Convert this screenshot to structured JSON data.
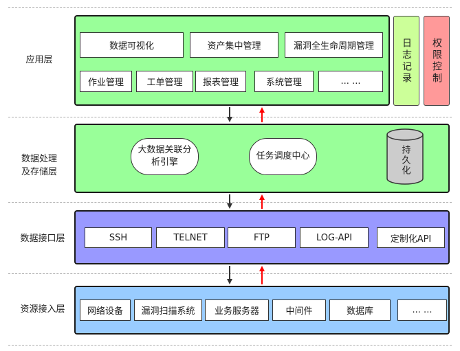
{
  "layers": {
    "app": {
      "label": "应用层",
      "row1": [
        "数据可视化",
        "资产集中管理",
        "漏洞全生命周期管理"
      ],
      "row2": [
        "作业管理",
        "工单管理",
        "报表管理",
        "系统管理",
        "... ..."
      ],
      "side": [
        "日志记录",
        "权限控制"
      ]
    },
    "data": {
      "label": "数据处理\n及存储层",
      "engine": "大数据关联分\n析引擎",
      "scheduler": "任务调度中心",
      "storage": "持久化"
    },
    "iface": {
      "label": "数据接口层",
      "items": [
        "SSH",
        "TELNET",
        "FTP",
        "LOG-API",
        "定制化API"
      ]
    },
    "resource": {
      "label": "资源接入层",
      "items": [
        "网络设备",
        "漏洞扫描系统",
        "业务服务器",
        "中间件",
        "数据库",
        "... ..."
      ]
    }
  },
  "colors": {
    "green_layer": "#99ff99",
    "blue_layer": "#9999ff",
    "lightblue_layer": "#99ccff",
    "log_box": "#ccff99",
    "auth_box": "#ff9999",
    "arrow_down": "#333333",
    "arrow_up": "#ff0000",
    "cylinder": "#cccccc"
  }
}
